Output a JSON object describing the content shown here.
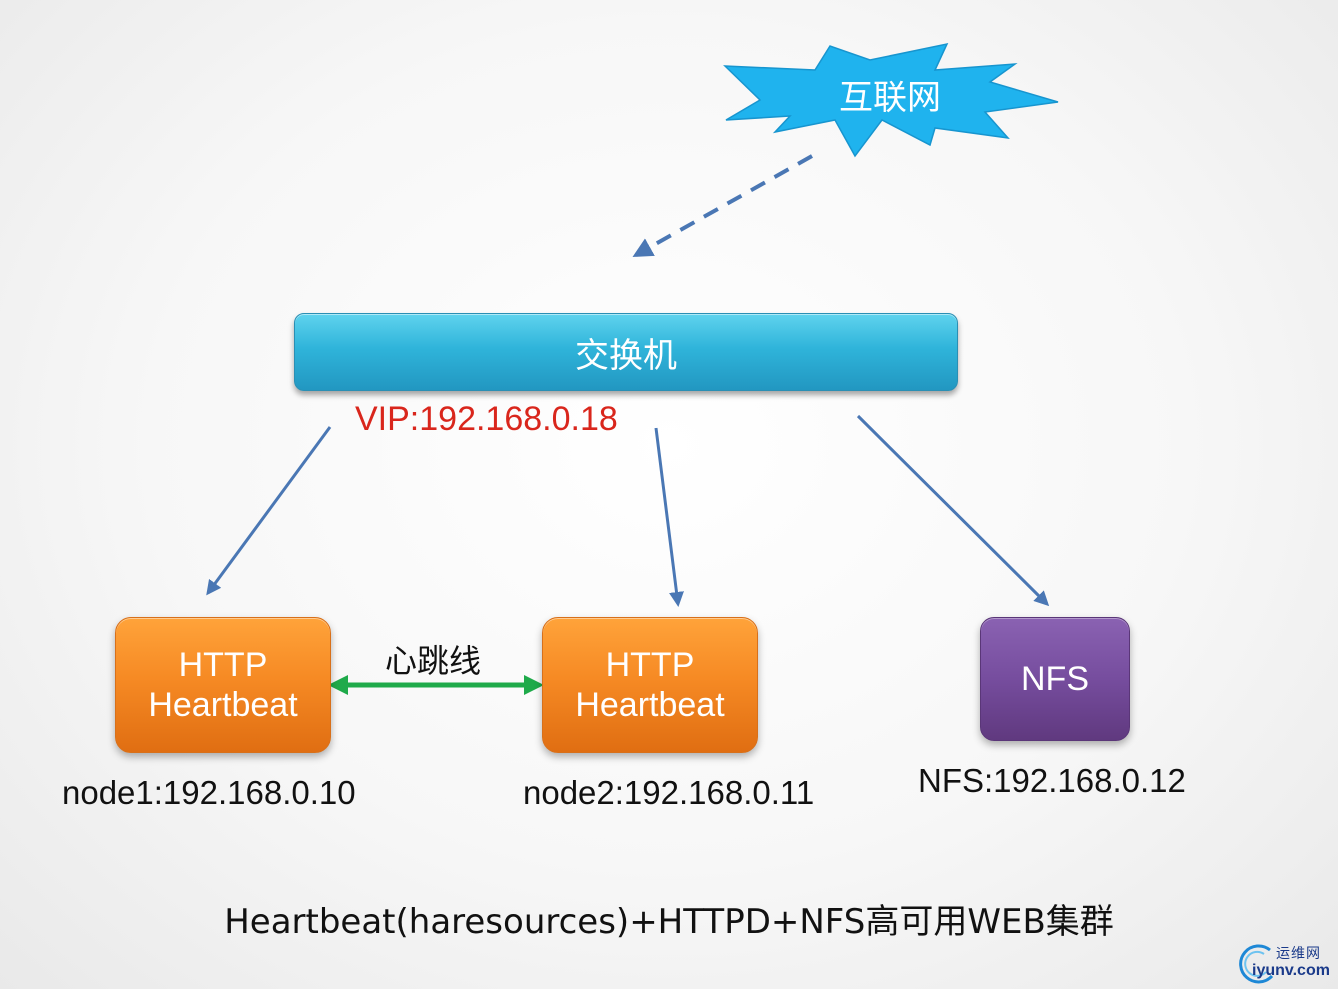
{
  "internet": {
    "label": "互联网",
    "icon": "starburst-cloud-icon"
  },
  "switch": {
    "label": "交换机"
  },
  "vip": {
    "label": "VIP:192.168.0.18"
  },
  "nodes": [
    {
      "line1": "HTTP",
      "line2": "Heartbeat",
      "ip": "node1:192.168.0.10"
    },
    {
      "line1": "HTTP",
      "line2": "Heartbeat",
      "ip": "node2:192.168.0.11"
    }
  ],
  "nfs": {
    "label": "NFS",
    "ip": "NFS:192.168.0.12"
  },
  "heartbeat_link": {
    "label": "心跳线"
  },
  "caption": "Heartbeat(haresources)+HTTPD+NFS高可用WEB集群",
  "watermark": {
    "top": "运维网",
    "bottom": "iyunv.com"
  },
  "colors": {
    "switch": "#2fb4da",
    "node": "#f68a24",
    "nfs": "#764d9e",
    "arrow": "#4a77b4",
    "heartbeat": "#1faa4a",
    "vip_text": "#d9261c",
    "cloud": "#1fb3ee"
  }
}
